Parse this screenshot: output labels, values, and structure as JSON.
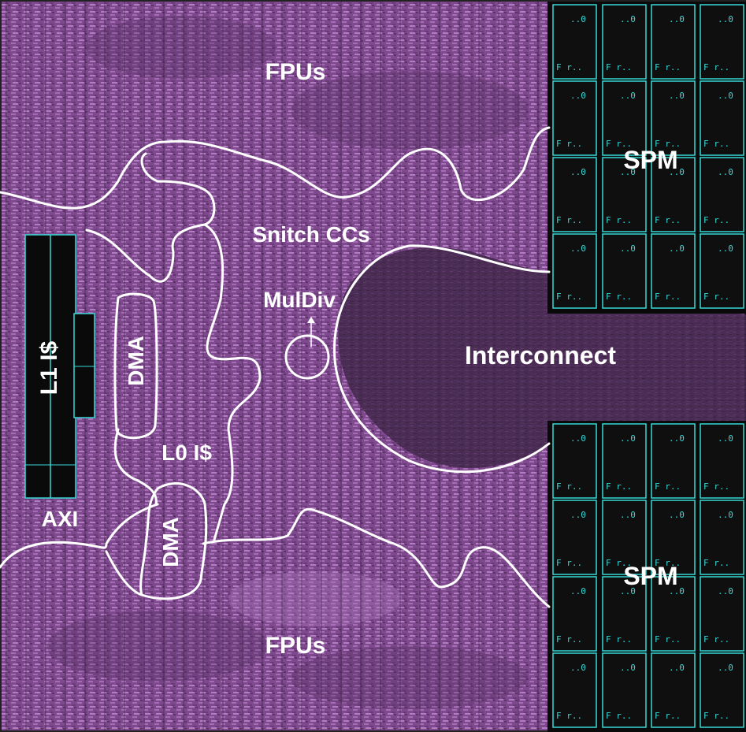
{
  "labels": {
    "fpus_top": "FPUs",
    "fpus_bottom": "FPUs",
    "spm_top": "SPM",
    "spm_bottom": "SPM",
    "snitch": "Snitch CCs",
    "muldiv": "MulDiv",
    "interconnect": "Interconnect",
    "l1_cache": "L1 I$",
    "l0_cache": "L0 I$",
    "dma_upper": "DMA",
    "dma_lower": "DMA",
    "axi": "AXI"
  },
  "spm_cell": {
    "top_text": "..0",
    "bottom_text": "F r.."
  },
  "colors": {
    "die": "#7a4688",
    "die_light": "#9b63ab",
    "die_dark": "#4f2d5e",
    "interconnect": "#3f2547",
    "sram_line": "#36d9d6",
    "outline": "#ffffff",
    "cache_block": "#0a0a0a"
  }
}
